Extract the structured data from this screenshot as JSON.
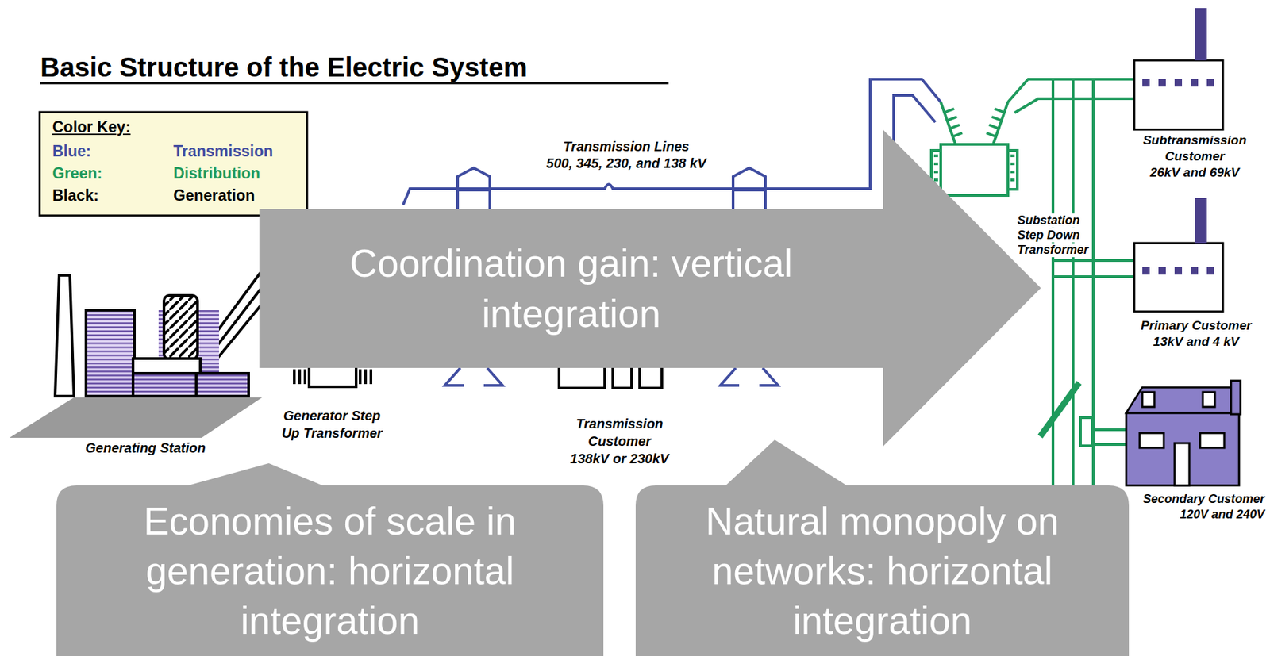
{
  "diagram": {
    "title": "Basic Structure of the Electric System",
    "nodes": [
      {
        "text": [
          "Coordination gain: vertical integration"
        ]
      },
      {
        "text": [
          "Economies of scale in generation: horizontal integration"
        ]
      },
      {
        "text": [
          "Natural monopoly on networks: horizontal integration"
        ]
      }
    ],
    "labels": [
      "Color Key:",
      "Blue:",
      "Green:",
      "Black:",
      "Transmission Lines",
      "500, 345, 230, and 138 kV",
      "Generating Station",
      "Generator Step",
      "Up Transformer",
      "Transmission",
      "Customer",
      "138kV or 230kV",
      "Substation",
      "Step Down",
      "Transformer",
      "Subtransmission",
      "Customer",
      "26kV and 69kV",
      "Primary Customer",
      "13kV and 4 kV",
      "Secondary Customer",
      "120V and 240V"
    ],
    "legend": [
      {
        "text": "Transmission",
        "color": "#3f4ca0"
      },
      {
        "text": "Distribution",
        "color": "#1e9a5c"
      },
      {
        "text": "Generation",
        "color": "#000000"
      }
    ]
  }
}
